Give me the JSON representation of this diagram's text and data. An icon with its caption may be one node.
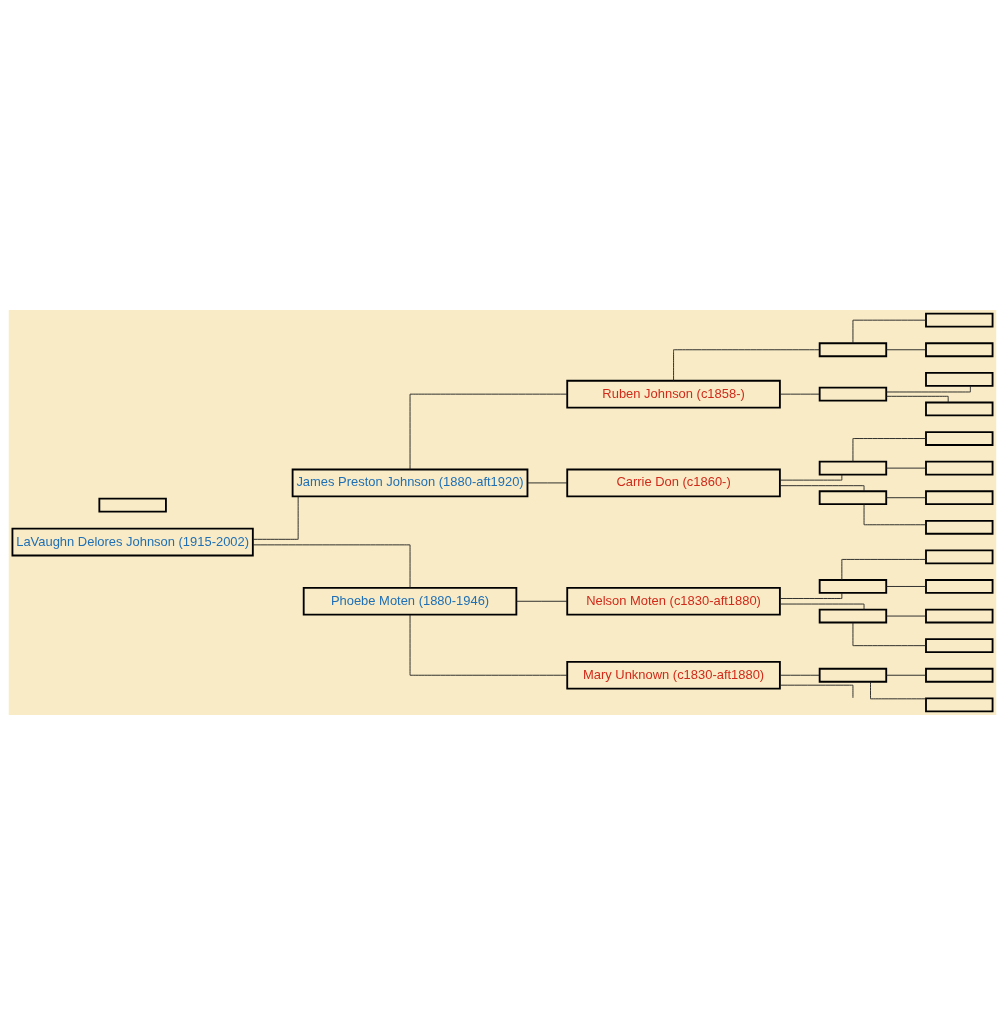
{
  "diagram": {
    "nodes": [
      {
        "text": [
          "LaVaughn Delores Johnson (1915-2002)"
        ]
      },
      {
        "text": [
          "James Preston Johnson (1880-aft1920)"
        ]
      },
      {
        "text": [
          "Phoebe Moten (1880-1946)"
        ]
      },
      {
        "text": [
          "Ruben Johnson (c1858-)"
        ]
      },
      {
        "text": [
          "Carrie Don (c1860-)"
        ]
      },
      {
        "text": [
          "Nelson Moten (c1830-aft1880)"
        ]
      },
      {
        "text": [
          "Mary Unknown (c1830-aft1880)"
        ]
      },
      {
        "text": [],
        "shape": "box"
      },
      {
        "text": [],
        "shape": "box"
      },
      {
        "text": [],
        "shape": "box"
      },
      {
        "text": [],
        "shape": "box"
      },
      {
        "text": [],
        "shape": "box"
      },
      {
        "text": [],
        "shape": "box"
      },
      {
        "text": [],
        "shape": "box"
      },
      {
        "text": [],
        "shape": "box"
      },
      {
        "text": [],
        "shape": "box"
      },
      {
        "text": [],
        "shape": "box"
      },
      {
        "text": [],
        "shape": "box"
      },
      {
        "text": [],
        "shape": "box"
      },
      {
        "text": [],
        "shape": "box"
      },
      {
        "text": [],
        "shape": "box"
      },
      {
        "text": [],
        "shape": "box"
      },
      {
        "text": [],
        "shape": "box"
      },
      {
        "text": [],
        "shape": "box"
      },
      {
        "text": [],
        "shape": "box"
      },
      {
        "text": [],
        "shape": "box"
      },
      {
        "text": [],
        "shape": "box"
      },
      {
        "text": [],
        "shape": "box"
      },
      {
        "text": [],
        "shape": "box"
      }
    ],
    "edges": [
      {
        "from": 0,
        "to": 1,
        "arrow": "none"
      },
      {
        "from": 0,
        "to": 2,
        "arrow": "none"
      },
      {
        "from": 1,
        "to": 3,
        "arrow": "none"
      },
      {
        "from": 1,
        "to": 4,
        "arrow": "none"
      },
      {
        "from": 2,
        "to": 5,
        "arrow": "none"
      },
      {
        "from": 2,
        "to": 6,
        "arrow": "none"
      },
      {
        "from": 3,
        "to": 7,
        "arrow": "none"
      },
      {
        "from": 3,
        "to": 8,
        "arrow": "none"
      },
      {
        "from": 4,
        "to": 9,
        "arrow": "none"
      },
      {
        "from": 4,
        "to": 10,
        "arrow": "none"
      },
      {
        "from": 5,
        "to": 11,
        "arrow": "none"
      },
      {
        "from": 5,
        "to": 12,
        "arrow": "none"
      },
      {
        "from": 6,
        "to": 13,
        "arrow": "none"
      },
      {
        "from": 6,
        "to": null,
        "arrow": "none"
      },
      {
        "from": 7,
        "to": 14,
        "arrow": "none"
      },
      {
        "from": 7,
        "to": 15,
        "arrow": "none"
      },
      {
        "from": 8,
        "to": 16,
        "arrow": "none"
      },
      {
        "from": 8,
        "to": 17,
        "arrow": "none"
      },
      {
        "from": 9,
        "to": 18,
        "arrow": "none"
      },
      {
        "from": 9,
        "to": 19,
        "arrow": "none"
      },
      {
        "from": 10,
        "to": 20,
        "arrow": "none"
      },
      {
        "from": 10,
        "to": 21,
        "arrow": "none"
      },
      {
        "from": 11,
        "to": 22,
        "arrow": "none"
      },
      {
        "from": 11,
        "to": 23,
        "arrow": "none"
      },
      {
        "from": 12,
        "to": 24,
        "arrow": "none"
      },
      {
        "from": 12,
        "to": 25,
        "arrow": "none"
      },
      {
        "from": 13,
        "to": 26,
        "arrow": "none"
      },
      {
        "from": 13,
        "to": 27,
        "arrow": "none"
      }
    ]
  }
}
